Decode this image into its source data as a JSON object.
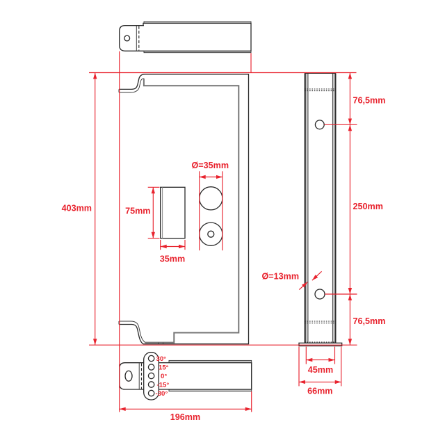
{
  "drawing": {
    "colors": {
      "dimension_red": "#e8232e",
      "outline_black": "#282828",
      "thickness_gray": "#c6c6c6",
      "back_edge_gray": "#757575"
    },
    "front_view": {
      "overall_height": "403mm",
      "overall_width": "196mm",
      "slot_height": "75mm",
      "slot_width": "35mm",
      "hole_diameter": "Ø=35mm",
      "angle_marks": [
        "30°",
        "15°",
        "0°",
        "-15°",
        "-30°"
      ]
    },
    "side_view": {
      "top_offset": "76,5mm",
      "hole_spacing": "250mm",
      "bottom_offset": "76,5mm",
      "hole_diameter": "Ø=13mm",
      "channel_width": "45mm",
      "flange_width": "66mm"
    }
  }
}
